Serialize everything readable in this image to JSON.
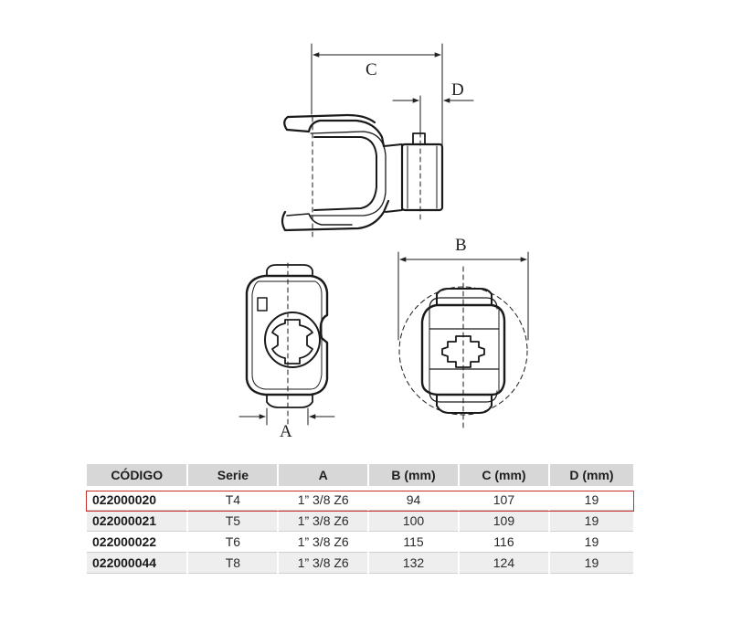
{
  "drawing": {
    "dim_c": "C",
    "dim_d": "D",
    "dim_b": "B",
    "dim_a": "A"
  },
  "table": {
    "headers": [
      "CÓDIGO",
      "Serie",
      "A",
      "B (mm)",
      "C (mm)",
      "D (mm)"
    ],
    "rows": [
      [
        "022000020",
        "T4",
        "1” 3/8 Z6",
        "94",
        "107",
        "19"
      ],
      [
        "022000021",
        "T5",
        "1” 3/8 Z6",
        "100",
        "109",
        "19"
      ],
      [
        "022000022",
        "T6",
        "1” 3/8 Z6",
        "115",
        "116",
        "19"
      ],
      [
        "022000044",
        "T8",
        "1” 3/8 Z6",
        "132",
        "124",
        "19"
      ]
    ],
    "highlighted_row": 0,
    "highlight_color": "#c9302c",
    "header_bg": "#d7d7d7"
  }
}
